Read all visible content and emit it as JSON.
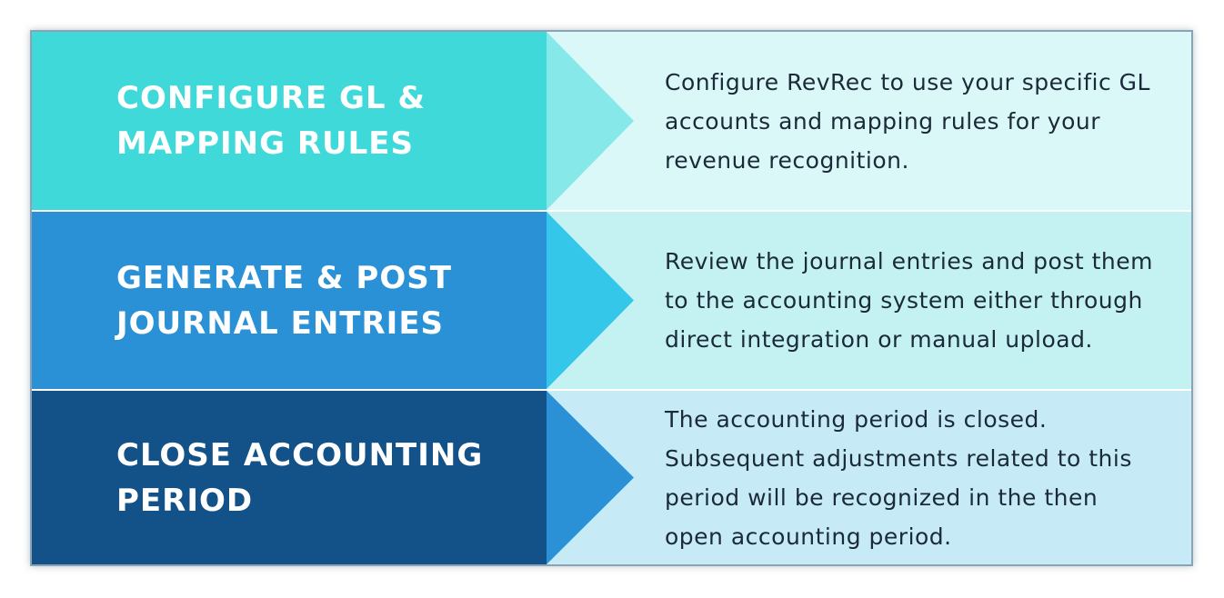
{
  "steps": [
    {
      "title": "CONFIGURE GL &\nMAPPING RULES",
      "description": "Configure RevRec to use your specific GL accounts and mapping rules for your revenue recognition.",
      "title_bg": "#3fd9d9",
      "arrow_color": "#86e8e8",
      "desc_bg": "#dbf8f8"
    },
    {
      "title": "GENERATE & POST\nJOURNAL ENTRIES",
      "description": "Review the journal entries and post them to the accounting system either through direct integration or manual upload.",
      "title_bg": "#2a91d6",
      "arrow_color": "#35c7ea",
      "desc_bg": "#c4f2f2"
    },
    {
      "title": "CLOSE ACCOUNTING\nPERIOD",
      "description": "The accounting period is closed. Subsequent adjustments related to this period will be recognized in the then open accounting period.",
      "title_bg": "#135189",
      "arrow_color": "#2a91d6",
      "desc_bg": "#c6ebf7"
    }
  ]
}
